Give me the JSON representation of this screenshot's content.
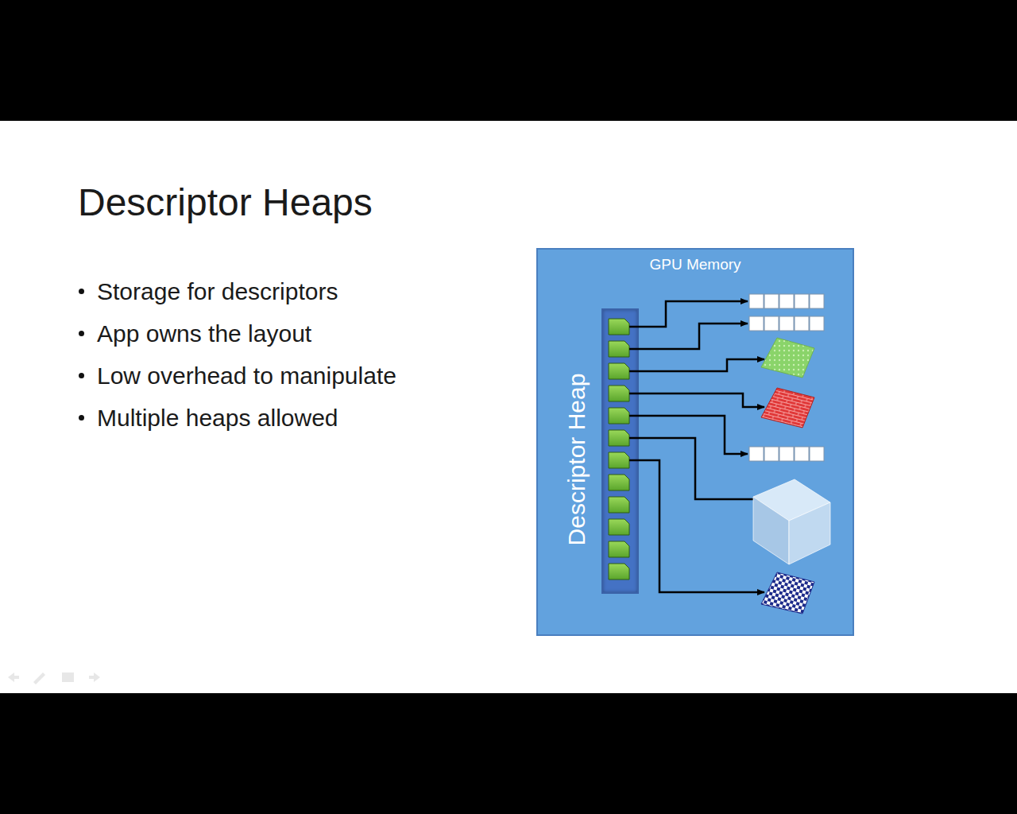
{
  "diagram": {
    "title": "Descriptor Heaps",
    "nodes": [
      {
        "text": [
          "GPU Memory"
        ]
      },
      {
        "text": [
          "Descriptor Heap"
        ],
        "in": 0
      }
    ],
    "labels": [
      "Storage for descriptors",
      "App owns the layout",
      "Low overhead to manipulate",
      "Multiple heaps allowed"
    ]
  }
}
